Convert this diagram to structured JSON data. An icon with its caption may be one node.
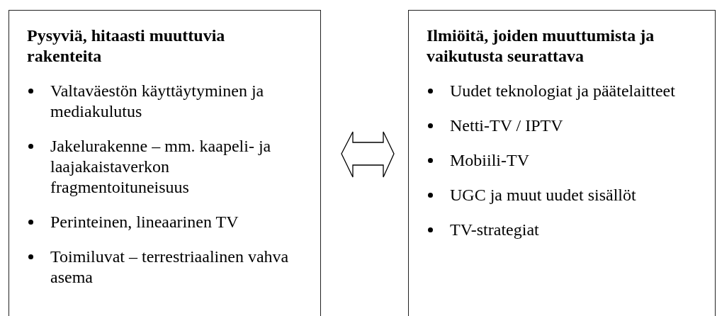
{
  "diagram": {
    "nodes": [
      {
        "text": [
          "Pysyviä, hitaasti muuttuvia rakenteita",
          "Valtaväestön käyttäytyminen ja mediakulutus",
          "Jakelurakenne – mm. kaapeli- ja laajakaistaverkon fragmentoituneisuus",
          "Perinteinen, lineaarinen TV",
          "Toimiluvat – terrestriaalinen vahva asema"
        ]
      },
      {
        "text": [
          "Ilmiöitä, joiden muuttumista ja vaikutusta seurattava",
          "Uudet teknologiat ja päätelaitteet",
          "Netti-TV / IPTV",
          "Mobiili-TV",
          "UGC ja muut uudet sisällöt",
          "TV-strategiat"
        ]
      }
    ],
    "edges": [
      {
        "from": 0,
        "to": 1,
        "arrow": "both"
      }
    ]
  }
}
